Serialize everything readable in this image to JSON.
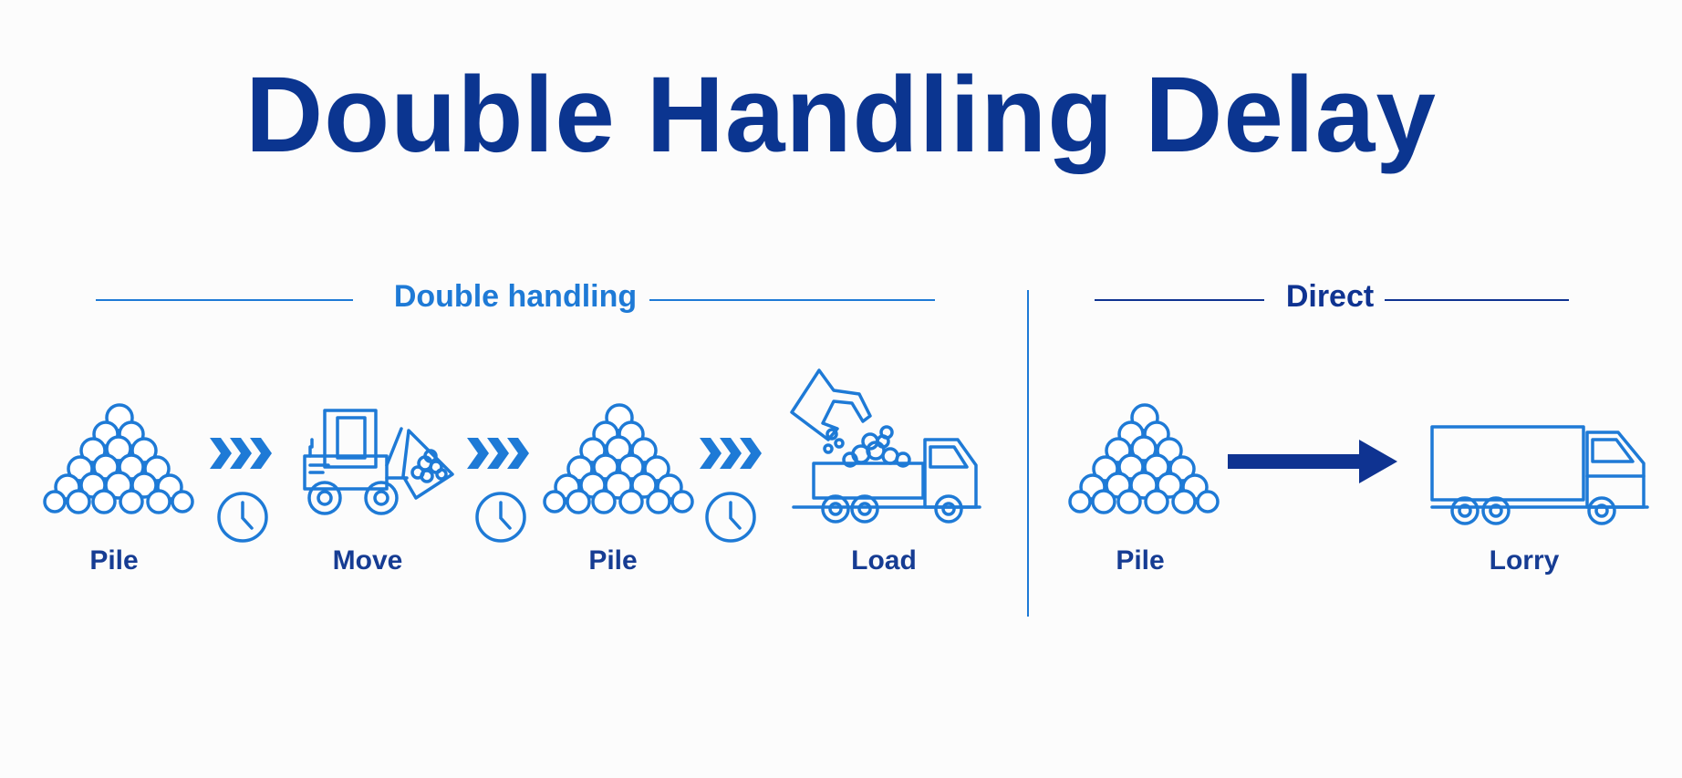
{
  "title": "Double Handling Delay",
  "sections": {
    "double_handling": "Double handling",
    "direct": "Direct"
  },
  "steps": {
    "pile_1": "Pile",
    "move": "Move",
    "pile_2": "Pile",
    "load": "Load",
    "direct_pile": "Pile",
    "lorry": "Lorry"
  },
  "colors": {
    "title": "#0b3590",
    "accent_blue": "#1e7ad6",
    "dark_blue": "#0f3391",
    "label": "#163c93"
  },
  "icons": [
    "rock-pile-icon",
    "chevron-arrows-icon",
    "clock-icon",
    "front-loader-icon",
    "dump-truck-loading-icon",
    "arrow-right-icon",
    "lorry-icon"
  ]
}
